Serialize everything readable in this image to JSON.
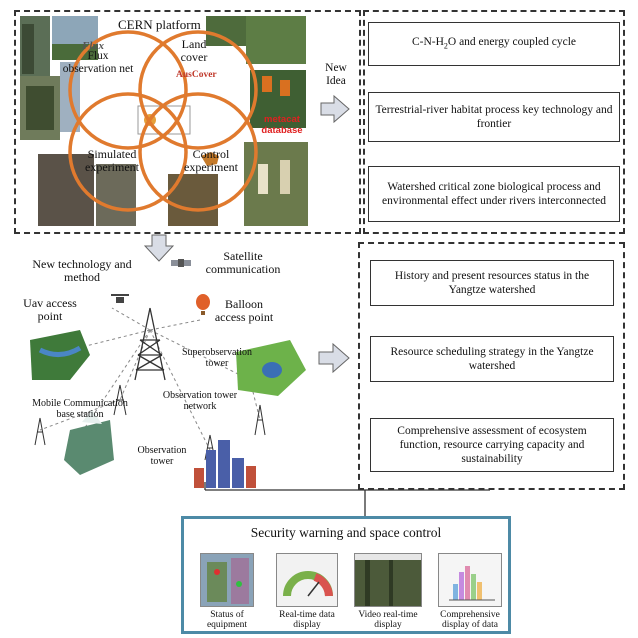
{
  "platform": {
    "title": "CERN platform",
    "flux_label": "Flux observation net",
    "landcover_label": "Land cover",
    "simulated_label": "Simulated experiment",
    "control_label": "Control experiment",
    "metacat_label": "metacat database",
    "flux_logo_text": "Flux",
    "auscover_logo_text": "AusCover"
  },
  "new_idea": {
    "label": "New Idea",
    "items": [
      "C-N-H2O and energy coupled cycle",
      "Terrestrial-river habitat process key technology and frontier",
      "Watershed critical zone biological process and environmental effect under rivers interconnected"
    ]
  },
  "technology": {
    "label": "New technology and method",
    "satellite": "Satellite communication",
    "uav": "Uav access point",
    "balloon": "Balloon access point",
    "superobservation": "Superobservation tower",
    "tower_network": "Observation tower network",
    "mobile_base": "Mobile Communication base station",
    "observation_tower": "Observation tower"
  },
  "resources": {
    "items": [
      "History and present resources status in the Yangtze watershed",
      "Resource scheduling strategy in the Yangtze watershed",
      "Comprehensive assessment of ecosystem function, resource carrying capacity and sustainability"
    ]
  },
  "security": {
    "title": "Security warning and space control",
    "thumbs": [
      "Status of equipment",
      "Real-time data display",
      "Video real-time display",
      "Comprehensive display of data"
    ]
  },
  "colors": {
    "circle": "#e07a2e",
    "panel_border": "#4d8aa6",
    "arrow_fill": "#d9dde6",
    "metacat": "#e02020"
  }
}
